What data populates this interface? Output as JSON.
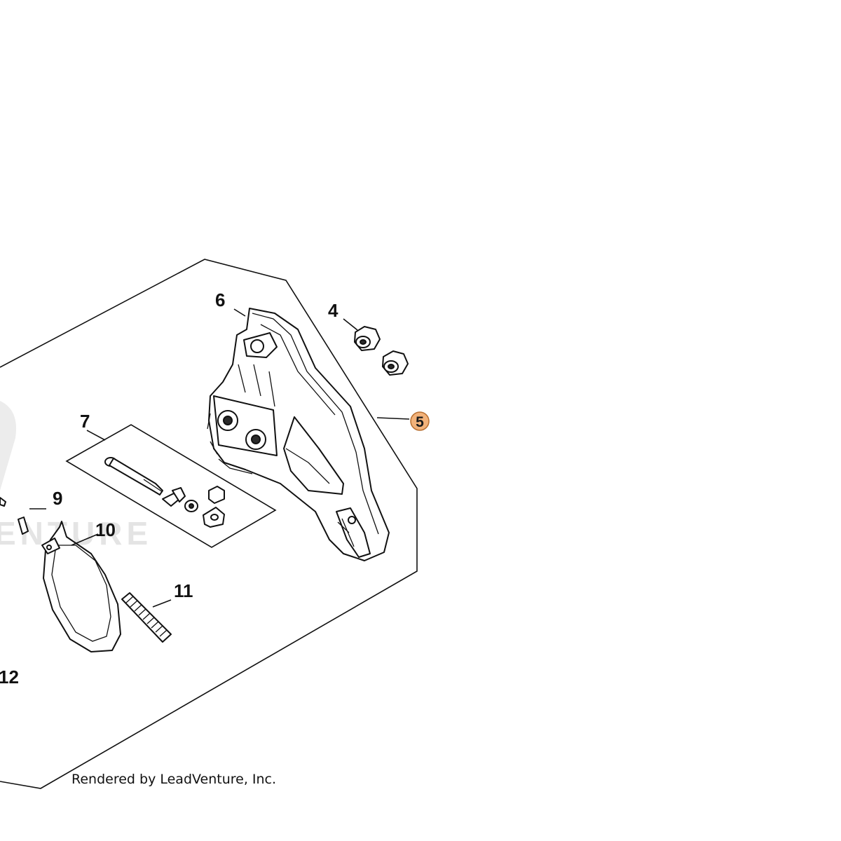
{
  "diagram": {
    "callouts": [
      {
        "id": "4",
        "label": "4"
      },
      {
        "id": "5",
        "label": "5",
        "highlight_color": "#f2b27a"
      },
      {
        "id": "6",
        "label": "6"
      },
      {
        "id": "7",
        "label": "7"
      },
      {
        "id": "9",
        "label": "9"
      },
      {
        "id": "10",
        "label": "10"
      },
      {
        "id": "11",
        "label": "11"
      },
      {
        "id": "12",
        "label": "12"
      }
    ],
    "watermark": "ENTURE",
    "credit": "Rendered by LeadVenture, Inc."
  }
}
